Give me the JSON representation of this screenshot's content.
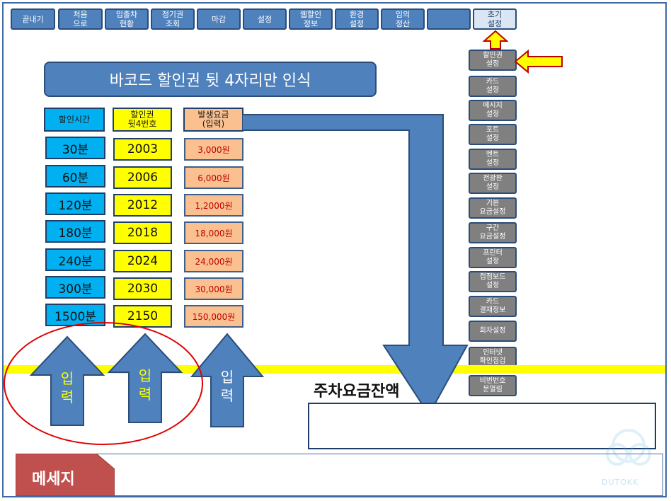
{
  "top_buttons": [
    {
      "label": "끝내기",
      "style": "blue"
    },
    {
      "label": "처음\n으로",
      "style": "blue"
    },
    {
      "label": "입출차\n현황",
      "style": "blue"
    },
    {
      "label": "정기권\n조회",
      "style": "blue"
    },
    {
      "label": "마감",
      "style": "blue"
    },
    {
      "label": "설정",
      "style": "blue"
    },
    {
      "label": "웹할인\n정보",
      "style": "blue"
    },
    {
      "label": "환경\n설정",
      "style": "blue"
    },
    {
      "label": "임의\n정산",
      "style": "blue"
    },
    {
      "label": "",
      "style": "blue"
    },
    {
      "label": "초기\n설정",
      "style": "light"
    }
  ],
  "title": "바코드 할인권 뒷 4자리만 인식",
  "table": {
    "headers": [
      "할인시간",
      "할인권\n뒷4번호",
      "발생요금\n(입력)"
    ],
    "rows": [
      {
        "time": "30분",
        "code": "2003",
        "fee": "3,000원"
      },
      {
        "time": "60분",
        "code": "2006",
        "fee": "6,000원"
      },
      {
        "time": "120분",
        "code": "2012",
        "fee": "1,2000원"
      },
      {
        "time": "180분",
        "code": "2018",
        "fee": "18,000원"
      },
      {
        "time": "240분",
        "code": "2024",
        "fee": "24,000원"
      },
      {
        "time": "300분",
        "code": "2030",
        "fee": "30,000원"
      },
      {
        "time": "1500분",
        "code": "2150",
        "fee": "150,000원"
      }
    ]
  },
  "side_buttons": [
    "할인권\n설정",
    "카드\n설정",
    "메시지\n설정",
    "포트\n설정",
    "멘트\n설정",
    "전광판\n설정",
    "기본\n요금설정",
    "구간\n요금설정",
    "프린터\n설정",
    "접점보드\n설정",
    "카드\n결재정보",
    "회차설정",
    "인터넷\n확인점검",
    "비번번호\n문열림"
  ],
  "input_arrows": [
    {
      "label": "입\n력",
      "text_color": "#ffff00"
    },
    {
      "label": "입\n력",
      "text_color": "#ffff00"
    },
    {
      "label": "입\n력",
      "text_color": "#ffffff"
    }
  ],
  "parking_label": "주차요금잔액",
  "message_label": "메세지",
  "watermark_text": "DUTOKK",
  "colors": {
    "accent": "#4f81bd",
    "time_cell": "#00b0f0",
    "code_cell": "#ffff00",
    "fee_cell": "#fac090",
    "fee_text": "#c00000",
    "side_button": "#808080",
    "message_tag": "#c0504d"
  }
}
